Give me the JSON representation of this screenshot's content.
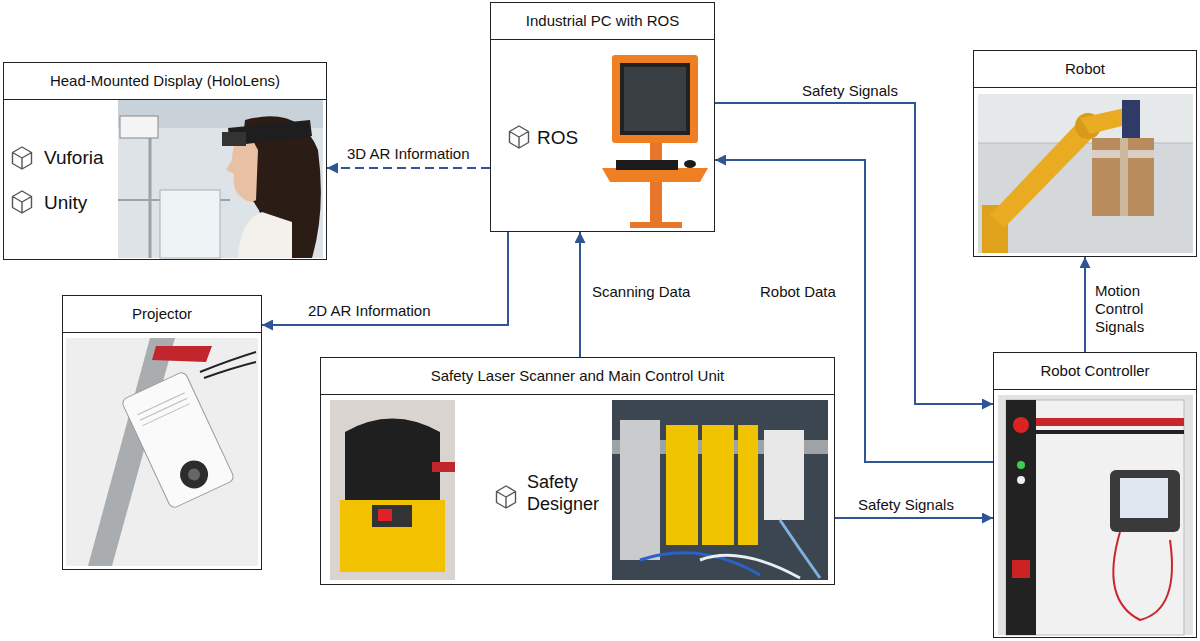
{
  "diagram": {
    "nodes": [
      {
        "text": [
          "Head-Mounted Display (HoloLens)",
          "Vuforia",
          "Unity"
        ]
      },
      {
        "text": [
          "Industrial PC with ROS",
          "ROS"
        ]
      },
      {
        "text": [
          "Robot"
        ]
      },
      {
        "text": [
          "Projector"
        ]
      },
      {
        "text": [
          "Safety Laser Scanner and Main Control Unit",
          "Safety Designer"
        ]
      },
      {
        "text": [
          "Robot Controller"
        ]
      }
    ],
    "edges": [
      {
        "from": 1,
        "to": 0,
        "arrow": "to",
        "label": "3D AR Information"
      },
      {
        "from": 1,
        "to": 3,
        "arrow": "to",
        "label": "2D AR Information"
      },
      {
        "from": 4,
        "to": 1,
        "arrow": "to",
        "label": "Scanning Data"
      },
      {
        "from": 1,
        "to": 5,
        "arrow": "to",
        "label": "Safety Signals"
      },
      {
        "from": 5,
        "to": 1,
        "arrow": "to",
        "label": "Robot Data"
      },
      {
        "from": 4,
        "to": 5,
        "arrow": "to",
        "label": "Safety Signals"
      },
      {
        "from": 5,
        "to": 2,
        "arrow": "to",
        "label": "Motion Control Signals"
      }
    ]
  }
}
